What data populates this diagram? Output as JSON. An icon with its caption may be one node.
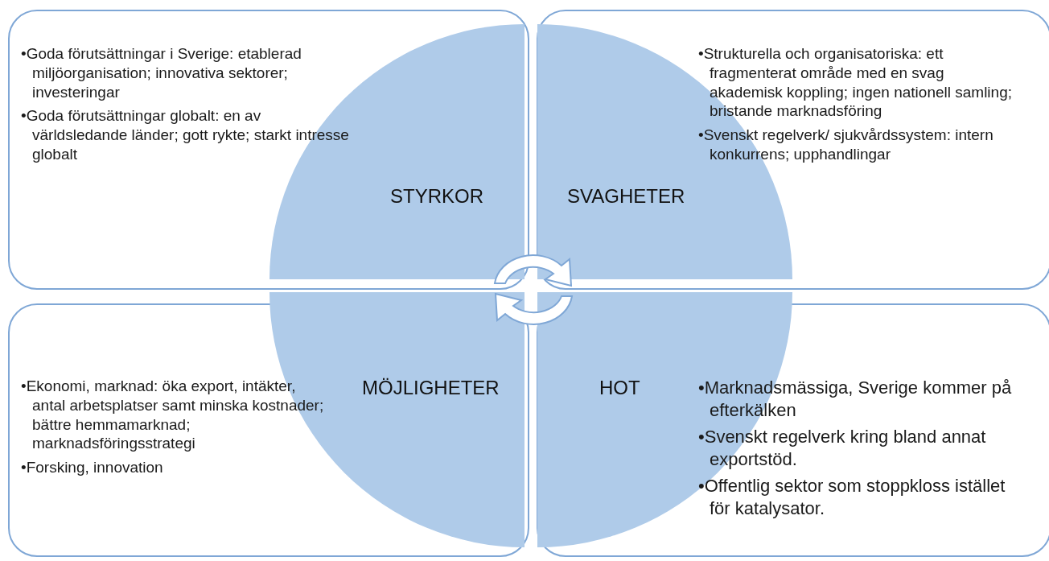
{
  "diagram": {
    "nodes": [
      {
        "text": [
          "•Goda förutsättningar i Sverige: etablerad miljöorganisation; innovativa sektorer; investeringar",
          "•Goda förutsättningar globalt: en av världsledande länder; gott rykte; starkt intresse globalt"
        ]
      },
      {
        "text": [
          "•Strukturella och organisatoriska: ett fragmenterat område med en svag akademisk koppling; ingen nationell samling; bristande marknadsföring",
          "•Svenskt regelverk/ sjukvårdssystem: intern konkurrens; upphandlingar"
        ]
      },
      {
        "text": [
          "•Ekonomi, marknad: öka export, intäkter, antal arbetsplatser samt minska kostnader; bättre hemmamarknad; marknadsföringsstrategi",
          "•Forsking, innovation"
        ]
      },
      {
        "text": [
          "•Marknadsmässiga, Sverige kommer på efterkälken",
          "•Svenskt regelverk kring bland annat exportstöd.",
          "•Offentlig sektor som stoppkloss istället för katalysator."
        ]
      },
      {
        "text": [
          "STYRKOR"
        ],
        "in": 0
      },
      {
        "text": [
          "SVAGHETER"
        ],
        "in": 1
      },
      {
        "text": [
          "MÖJLIGHETER"
        ],
        "in": 2
      },
      {
        "text": [
          "HOT"
        ],
        "in": 3
      }
    ],
    "edges": []
  }
}
